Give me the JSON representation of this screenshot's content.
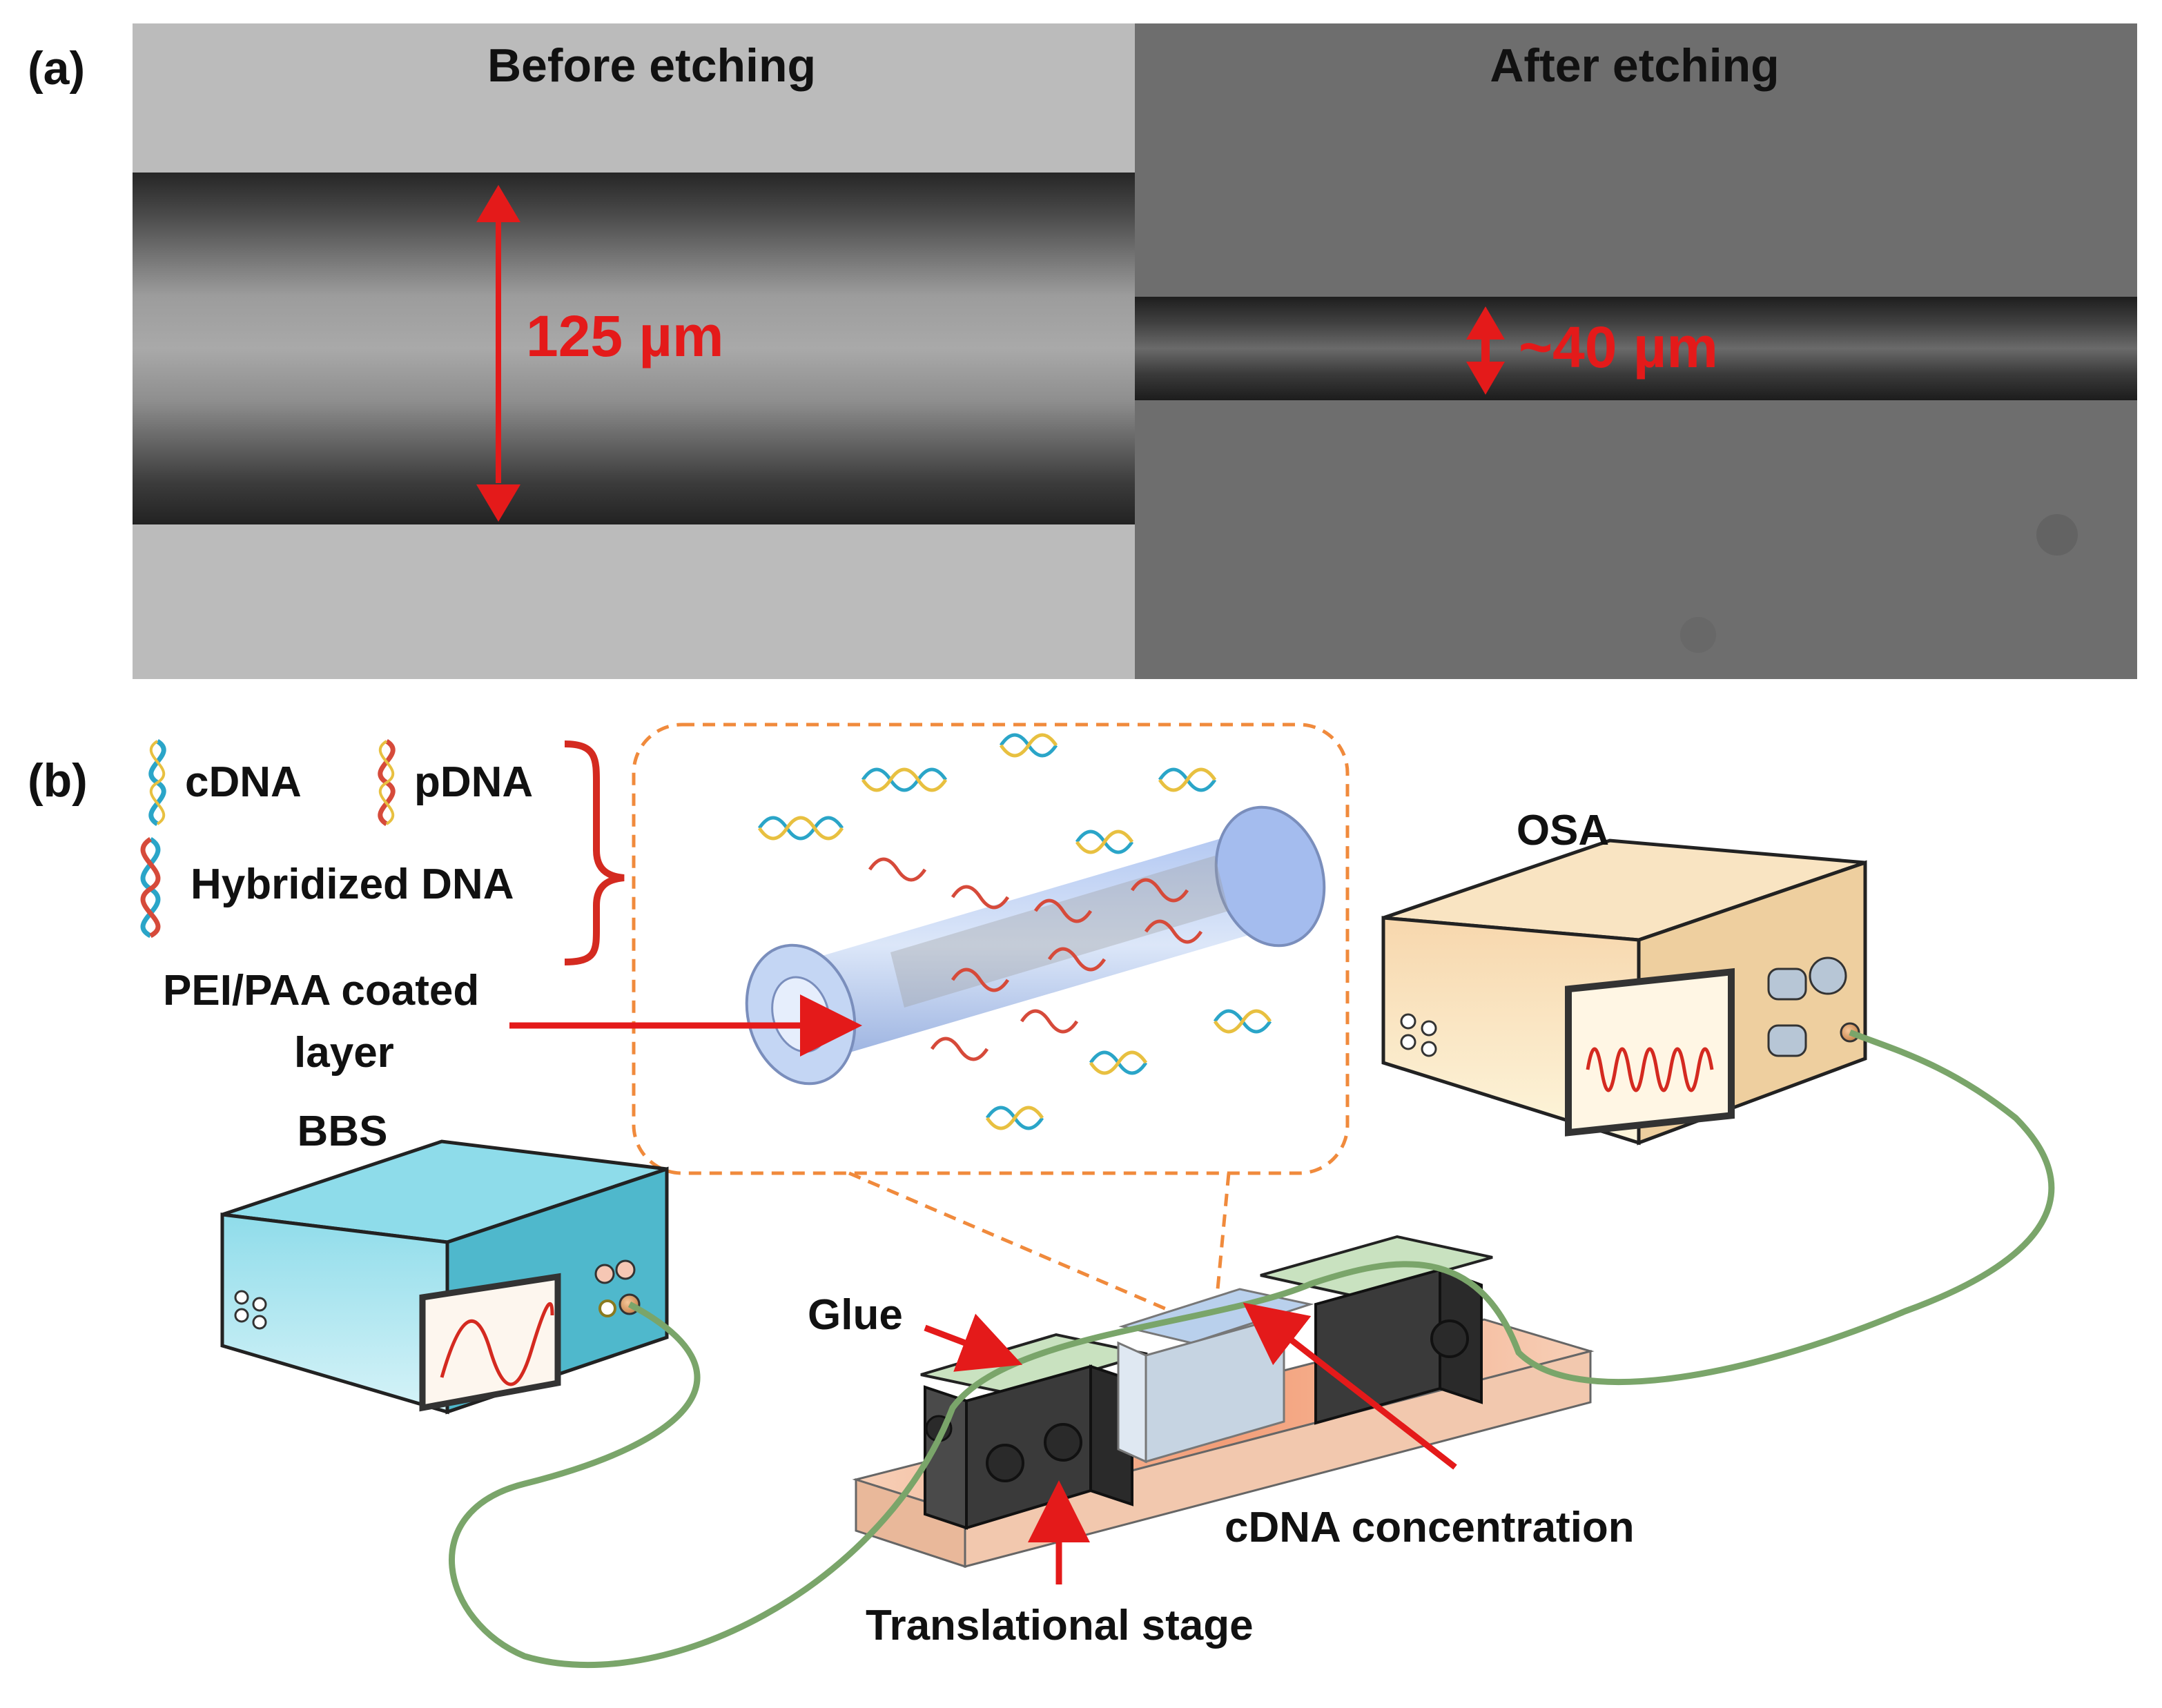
{
  "panel_a": {
    "label": "(a)",
    "before": {
      "title": "Before etching",
      "measure": "125 µm"
    },
    "after": {
      "title": "After etching",
      "measure": "~40 µm"
    }
  },
  "panel_b": {
    "label": "(b)",
    "legend": {
      "cdna": "cDNA",
      "pdna": "pDNA",
      "hybridized": "Hybridized DNA"
    },
    "coated_layer": {
      "line1": "PEI/PAA coated",
      "line2": "layer"
    },
    "osa": "OSA",
    "bbs": "BBS",
    "glue": "Glue",
    "cdna_concentration": "cDNA concentration",
    "translational_stage": "Translational stage"
  },
  "colors": {
    "annotation_red": "#e41a1a",
    "callout_orange": "#f08a3c",
    "bbs_blue": "#5fc6dc",
    "osa_cream": "#fbe7c6",
    "fiber_green": "#6fa25f",
    "stage_peach": "#f6c2a4"
  }
}
